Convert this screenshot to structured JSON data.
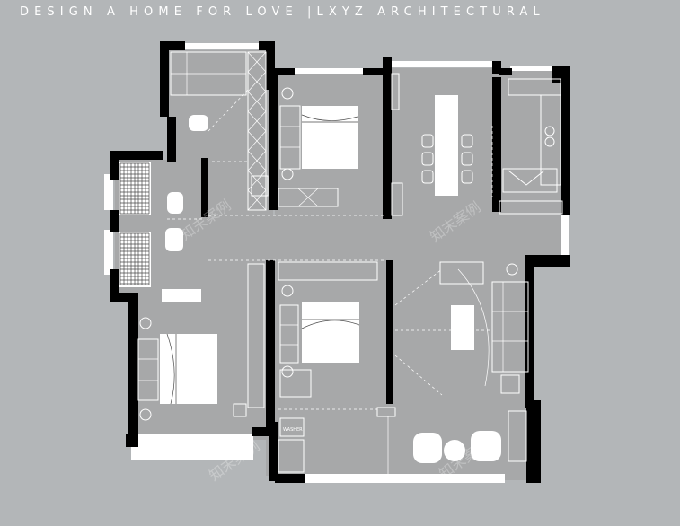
{
  "header": {
    "tagline": "DESIGN A HOME FOR LOVE",
    "separator": "|",
    "brand": "LXYZ ARCHITECTURAL"
  },
  "labels": {
    "washer_tag": "WASHER"
  },
  "watermark": {
    "text": "知末案例"
  },
  "colors": {
    "background": "#b3b6b8",
    "floor": "#a7a8a9",
    "wall": "#000000",
    "fixture": "#ffffff"
  }
}
